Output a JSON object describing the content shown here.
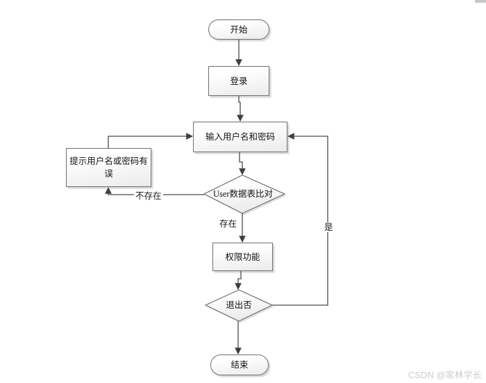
{
  "diagram": {
    "nodes": {
      "start": {
        "label": "开始",
        "type": "terminator"
      },
      "login": {
        "label": "登录",
        "type": "process"
      },
      "input": {
        "label": "输入用户名和密码",
        "type": "process"
      },
      "error": {
        "label": "提示用户名或密码有误",
        "type": "process"
      },
      "compare": {
        "label": "User数据表比对",
        "type": "decision"
      },
      "perm": {
        "label": "权限功能",
        "type": "process"
      },
      "exit": {
        "label": "退出否",
        "type": "decision"
      },
      "end": {
        "label": "结束",
        "type": "terminator"
      }
    },
    "edge_labels": {
      "not_exist": "不存在",
      "exist": "存在",
      "yes": "是"
    }
  },
  "watermark": "CSDN @家林学长",
  "colors": {
    "node_border": "#6f6f6f",
    "node_fill_top": "#ffffff",
    "node_fill_bottom": "#ebebeb",
    "connector": "#4a4a4a",
    "arrowhead": "#3f3f3f",
    "watermark_text": "#cccccc"
  }
}
